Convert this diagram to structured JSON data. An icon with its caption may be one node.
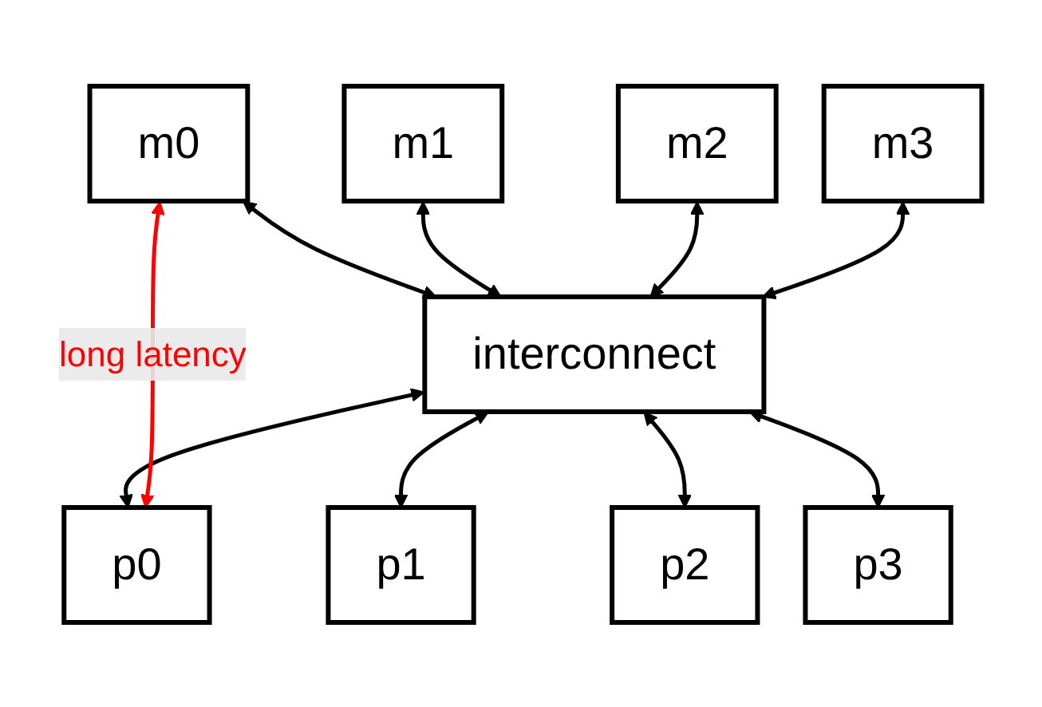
{
  "diagram": {
    "nodes": [
      {
        "text": [
          "m0"
        ]
      },
      {
        "text": [
          "m1"
        ]
      },
      {
        "text": [
          "m2"
        ]
      },
      {
        "text": [
          "m3"
        ]
      },
      {
        "text": [
          "interconnect"
        ]
      },
      {
        "text": [
          "p0"
        ]
      },
      {
        "text": [
          "p1"
        ]
      },
      {
        "text": [
          "p2"
        ]
      },
      {
        "text": [
          "p3"
        ]
      }
    ],
    "edges": [
      {
        "from": 0,
        "to": 4,
        "arrow": "both"
      },
      {
        "from": 1,
        "to": 4,
        "arrow": "both"
      },
      {
        "from": 2,
        "to": 4,
        "arrow": "both"
      },
      {
        "from": 3,
        "to": 4,
        "arrow": "both"
      },
      {
        "from": 4,
        "to": 5,
        "arrow": "both"
      },
      {
        "from": 4,
        "to": 6,
        "arrow": "both"
      },
      {
        "from": 4,
        "to": 7,
        "arrow": "both"
      },
      {
        "from": 4,
        "to": 8,
        "arrow": "both"
      },
      {
        "from": 0,
        "to": 5,
        "arrow": "both",
        "label": "long latency",
        "color": "#ff0000"
      }
    ]
  }
}
